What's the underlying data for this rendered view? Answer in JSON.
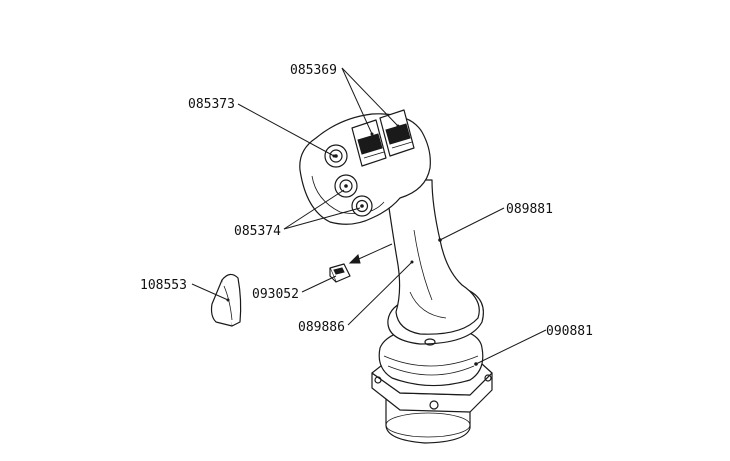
{
  "parts": {
    "p085369": "085369",
    "p085373": "085373",
    "p085374": "085374",
    "p089881": "089881",
    "p108553": "108553",
    "p093052": "093052",
    "p089886": "089886",
    "p090881": "090881"
  }
}
